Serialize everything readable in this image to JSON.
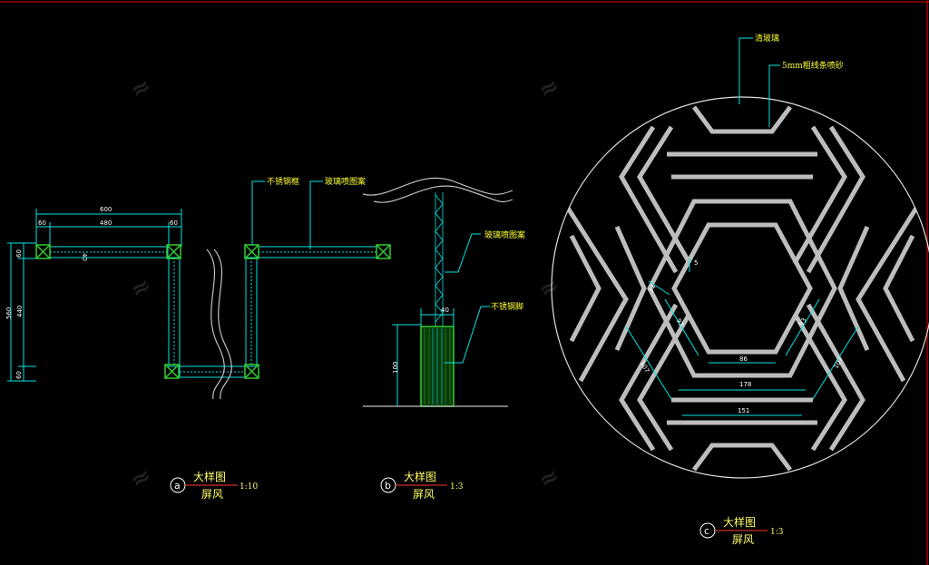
{
  "detail_a": {
    "marker": "a",
    "title": "大样图",
    "subtitle": "屏风",
    "scale": "1:10",
    "dims": {
      "top_total": "600",
      "top_left": "60",
      "top_mid": "480",
      "top_right": "60",
      "inner": "40",
      "side_total": "560",
      "side_top": "60",
      "side_mid": "440",
      "side_bottom": "60"
    },
    "labels": {
      "frame": "不锈钢框",
      "glass": "玻璃喷图案"
    }
  },
  "detail_b": {
    "marker": "b",
    "title": "大样图",
    "subtitle": "屏风",
    "scale": "1:3",
    "dims": {
      "width": "40",
      "height": "100"
    },
    "labels": {
      "glass": "玻璃喷图案",
      "leg": "不锈钢脚"
    }
  },
  "detail_c": {
    "marker": "c",
    "title": "大样图",
    "subtitle": "屏风",
    "scale": "1:3",
    "labels": {
      "glass": "清玻璃",
      "line": "5mm粗线条喷砂"
    },
    "dims": {
      "gap": "5",
      "a": "34",
      "side_left": "93",
      "side_right": "93",
      "inner_w": "86",
      "diag_left": "107",
      "diag_right": "107",
      "mid_w": "178",
      "outer_w": "151"
    }
  },
  "colors": {
    "background": "#000000",
    "outline": "#c0c0c0",
    "dimension": "#00e5e5",
    "frame": "#33cc33",
    "text": "#ffff33",
    "border_red": "#a00000"
  }
}
